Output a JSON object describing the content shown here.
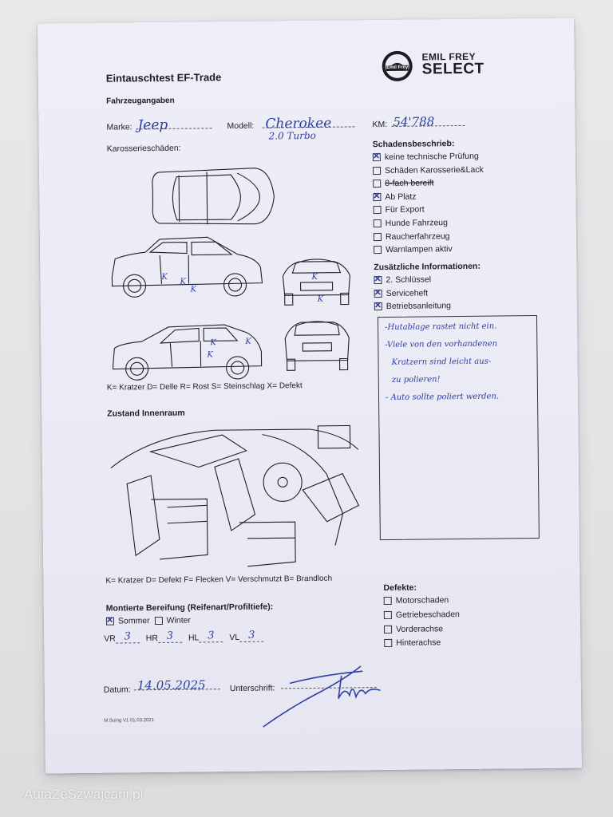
{
  "form": {
    "title": "Eintauschtest EF-Trade",
    "vehicle_section": "Fahrzeugangaben",
    "brand_label": "Marke:",
    "brand_value": "Jeep",
    "model_label": "Modell:",
    "model_value": "Cherokee",
    "model_value2": "2.0 Turbo",
    "km_label": "KM:",
    "km_value": "54'788",
    "body_damage_label": "Karosserieschäden:",
    "damage_legend": "K= Kratzer D= Delle R= Rost S= Steinschlag X= Defekt",
    "interior_title": "Zustand Innenraum",
    "interior_legend": "K= Kratzer D= Defekt F= Flecken V= Verschmutzt B= Brandloch",
    "tires_title": "Montierte Bereifung (Reifenart/Profiltiefe):",
    "summer_label": "Sommer",
    "winter_label": "Winter",
    "tread": [
      {
        "label": "VR",
        "value": "3"
      },
      {
        "label": "HR",
        "value": "3"
      },
      {
        "label": "HL",
        "value": "3"
      },
      {
        "label": "VL",
        "value": "3"
      }
    ],
    "date_label": "Datum:",
    "date_value": "14.05.2025",
    "signature_label": "Unterschrift:",
    "footer_code": "M.Suing V1 01.03.2021"
  },
  "logo": {
    "badge_text": "Emil Frey",
    "line1": "EMIL FREY",
    "line2": "SELECT"
  },
  "damage_marks": {
    "k": "K"
  },
  "damage_description": {
    "title": "Schadensbeschrieb:",
    "items": [
      {
        "label": "keine technische Prüfung",
        "checked": true
      },
      {
        "label": "Schäden Karosserie&Lack",
        "checked": false
      },
      {
        "label": "8-fach bereift",
        "checked": false
      },
      {
        "label": "Ab Platz",
        "checked": true
      },
      {
        "label": "Für Export",
        "checked": false
      },
      {
        "label": "Hunde Fahrzeug",
        "checked": false
      },
      {
        "label": "Raucherfahrzeug",
        "checked": false
      },
      {
        "label": "Warnlampen aktiv",
        "checked": false
      }
    ]
  },
  "additional_info": {
    "title": "Zusätzliche Informationen:",
    "items": [
      {
        "label": "2. Schlüssel",
        "checked": true
      },
      {
        "label": "Serviceheft",
        "checked": true
      },
      {
        "label": "Betriebsanleitung",
        "checked": true
      }
    ],
    "notes": [
      "-Hutablage rastet nicht ein.",
      "-Viele von den vorhandenen",
      "Kratzern sind leicht aus-",
      "zu polieren!",
      "- Auto sollte poliert werden."
    ]
  },
  "defects": {
    "title": "Defekte:",
    "items": [
      {
        "label": "Motorschaden",
        "checked": false
      },
      {
        "label": "Getriebeschaden",
        "checked": false
      },
      {
        "label": "Vorderachse",
        "checked": false
      },
      {
        "label": "Hinterachse",
        "checked": false
      }
    ]
  },
  "watermark": "AutaZeSzwajcarii.pl",
  "colors": {
    "ink": "#2c3fa6",
    "paper": "#ececf7"
  }
}
